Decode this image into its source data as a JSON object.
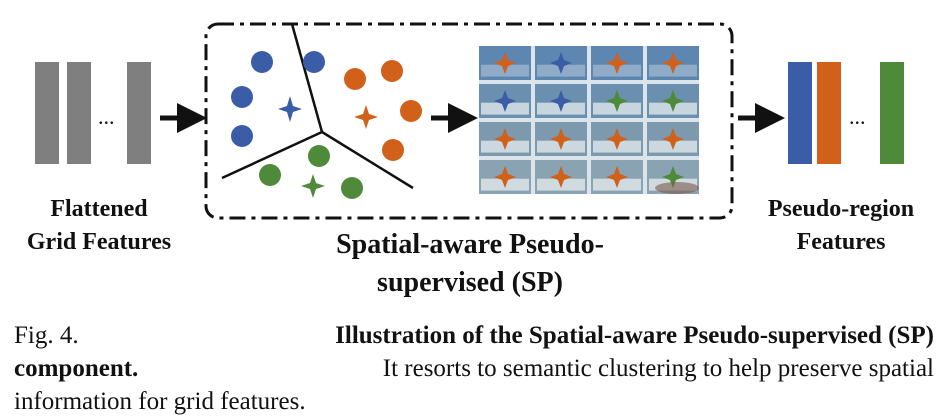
{
  "labels": {
    "left_line1": "Flattened",
    "left_line2": "Grid Features",
    "center_line1": "Spatial-aware Pseudo-",
    "center_line2": "supervised (SP)",
    "right_line1": "Pseudo-region",
    "right_line2": "Features",
    "ellipsis": "..."
  },
  "caption": {
    "fig_label": "Fig. 4.",
    "title_part1": "Illustration of the Spatial-aware Pseudo-supervised (SP)",
    "title_part2": "component.",
    "line2_rest": "It resorts to semantic clustering to help preserve spatial",
    "line3": "information for grid features."
  },
  "colors": {
    "gray_bar": "#7f7f7f",
    "blue": "#3b5ca6",
    "orange": "#d0601a",
    "green": "#4e8a3a",
    "line": "#111111"
  }
}
